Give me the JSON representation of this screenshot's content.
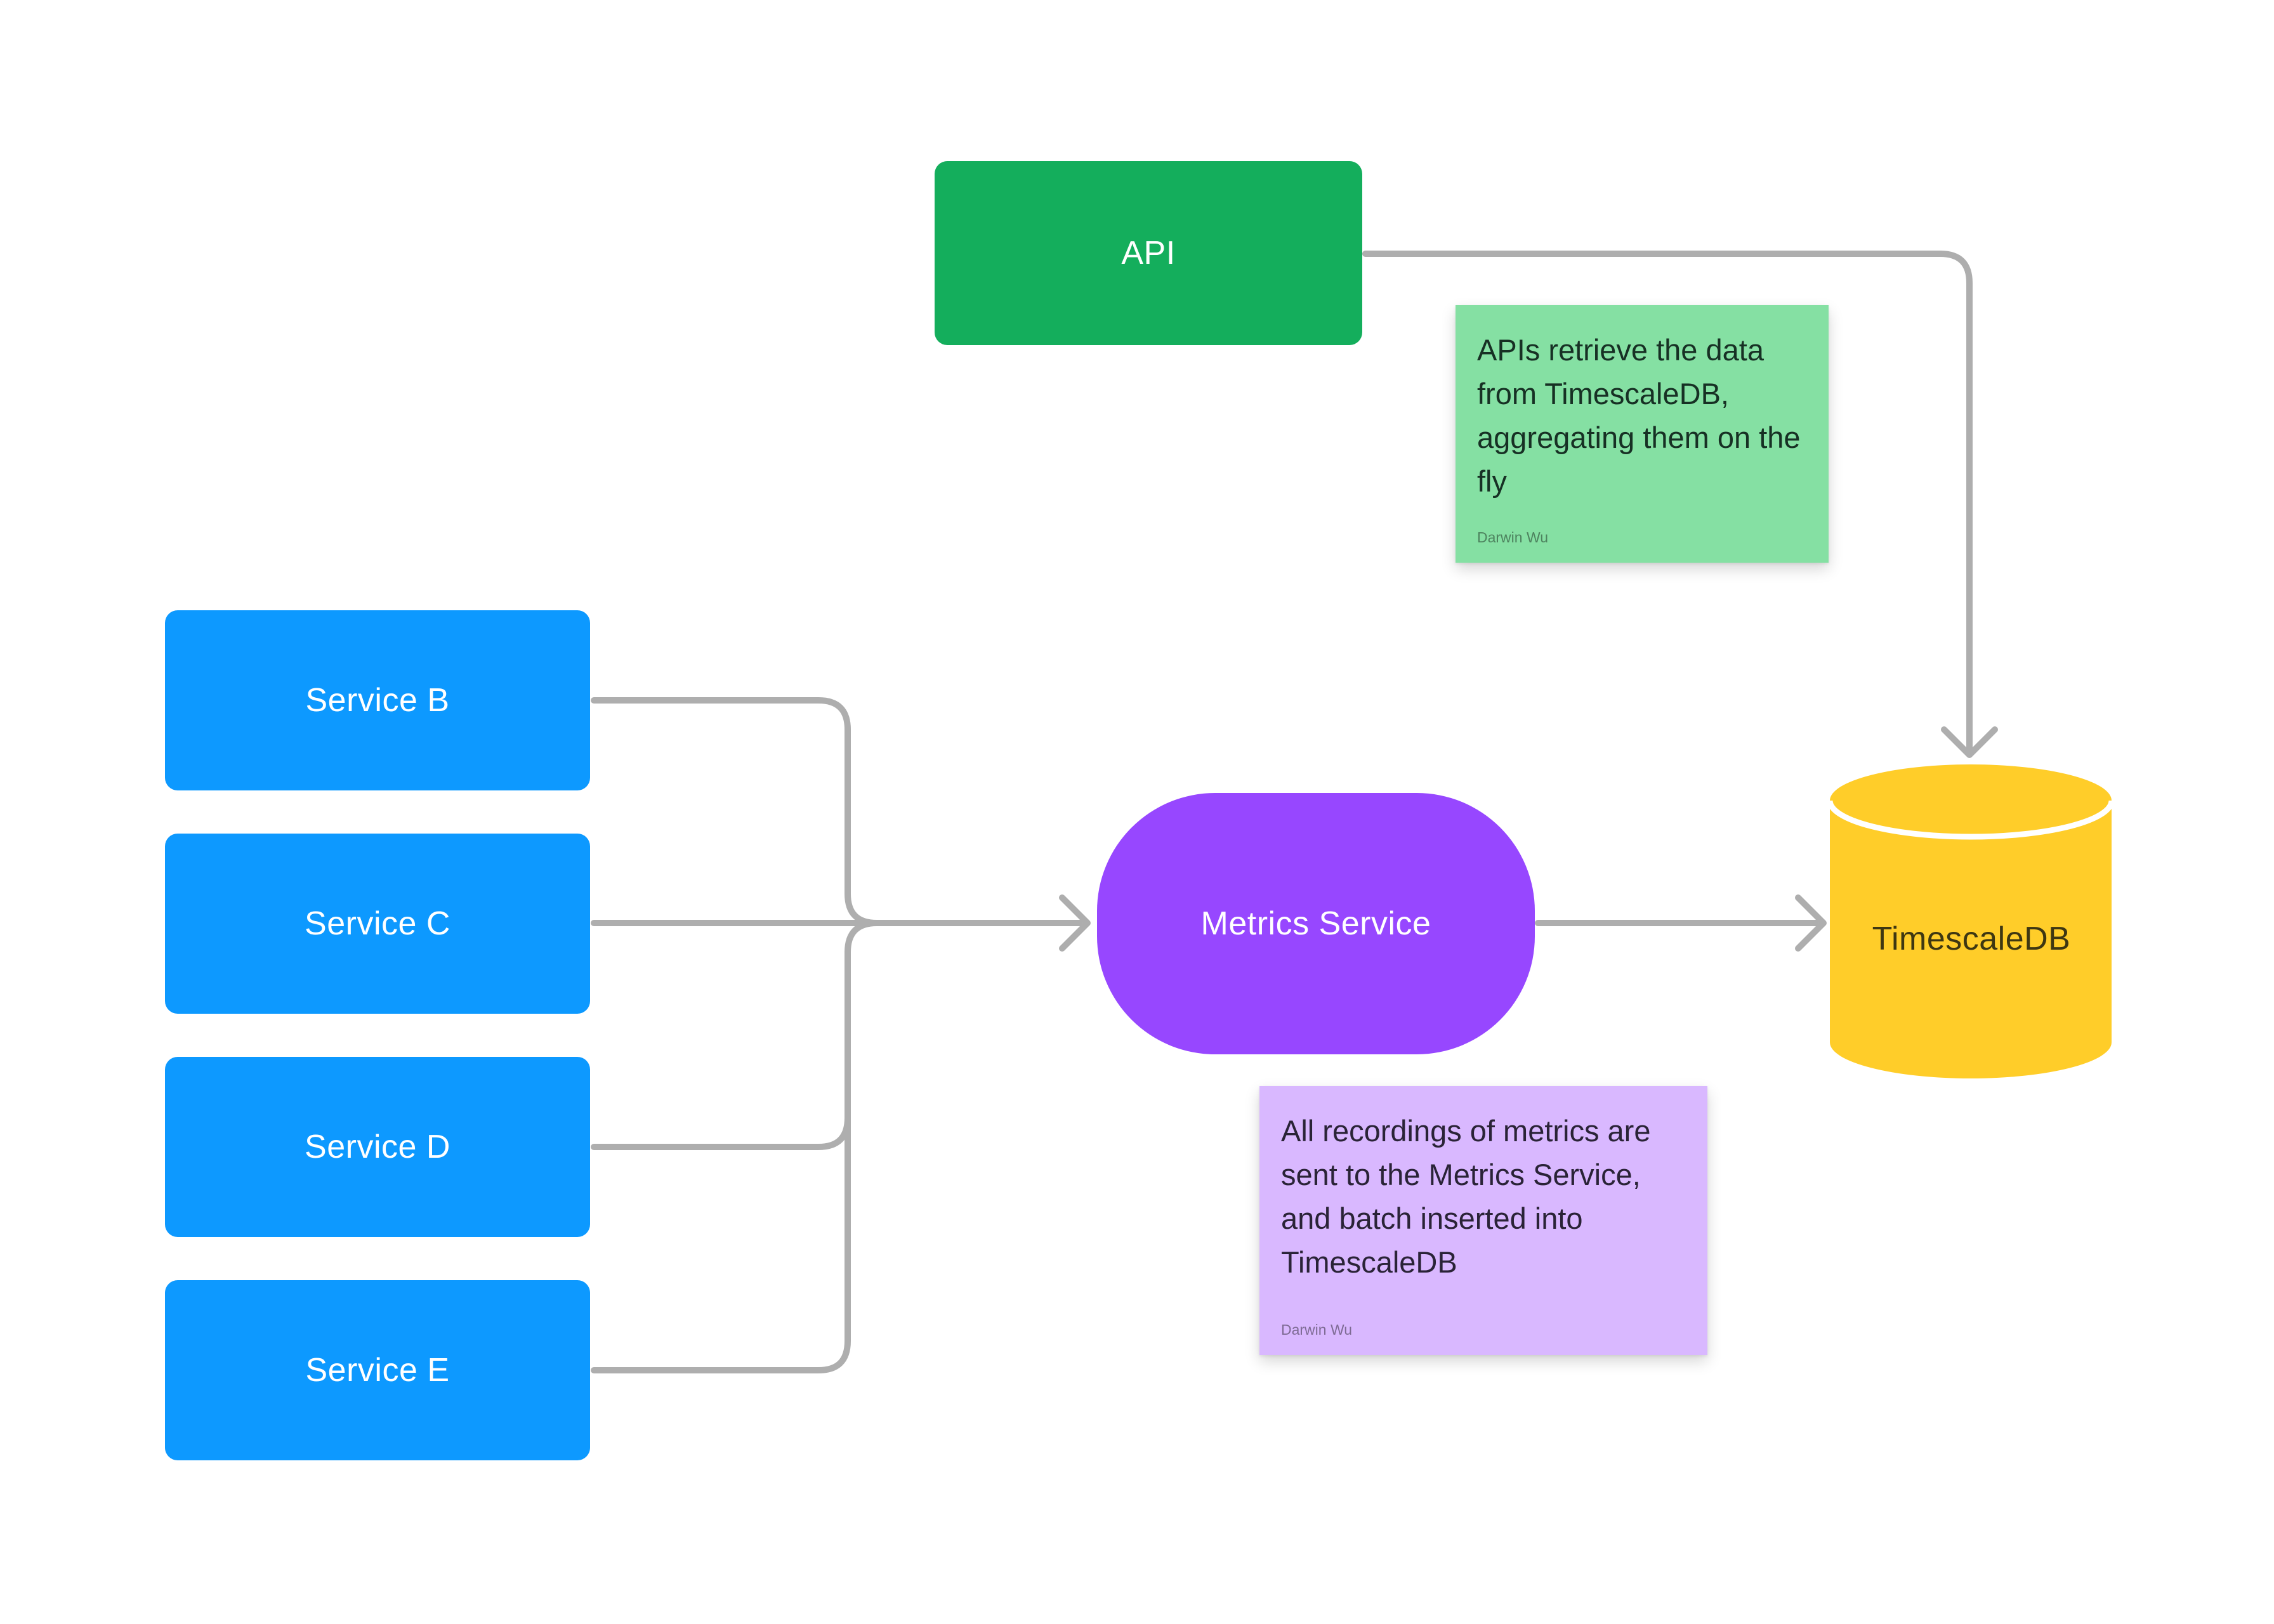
{
  "canvas": {
    "background_color": "#ffffff",
    "connector_color": "#aeaeae"
  },
  "nodes": {
    "api": {
      "label": "API",
      "color": "#14ae5c",
      "text_color": "#ffffff"
    },
    "services": [
      {
        "label": "Service B"
      },
      {
        "label": "Service C"
      },
      {
        "label": "Service D"
      },
      {
        "label": "Service E"
      }
    ],
    "service_color": "#0d99ff",
    "metrics": {
      "label": "Metrics Service",
      "color": "#9747ff",
      "text_color": "#ffffff"
    },
    "database": {
      "label": "TimescaleDB",
      "color": "#ffcd29",
      "text_color": "#3e3712"
    }
  },
  "notes": {
    "api_note": {
      "text": "APIs retrieve the data from TimescaleDB, aggregating them on the fly",
      "author": "Darwin Wu",
      "color": "#85e0a3"
    },
    "metrics_note": {
      "text": "All recordings of metrics are sent to the Metrics Service, and batch inserted into TimescaleDB",
      "author": "Darwin Wu",
      "color": "#d9b8ff"
    }
  }
}
